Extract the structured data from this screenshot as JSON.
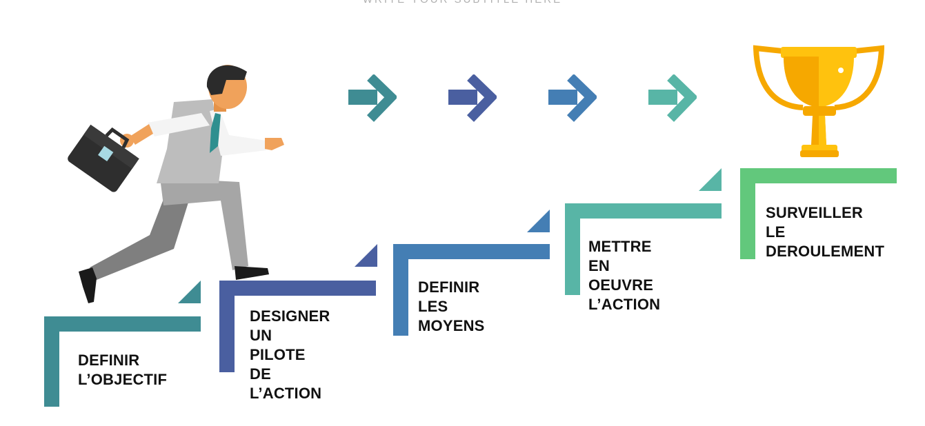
{
  "header": {
    "subtitle": "WRITE YOUR SUBTITLE HERE"
  },
  "steps": [
    {
      "label": "DEFINIR\nL’OBJECTIF",
      "color": "#3f8c93"
    },
    {
      "label": "DESIGNER\nUN PILOTE\nDE L’ACTION",
      "color": "#4a5fa0"
    },
    {
      "label": "DEFINIR\nLES MOYENS",
      "color": "#447eb4"
    },
    {
      "label": "METTRE EN\nOEUVRE L’ACTION",
      "color": "#58b5a6"
    },
    {
      "label": "SURVEILLER LE\nDEROULEMENT",
      "color": "#62c87c"
    }
  ],
  "arrows": [
    {
      "icon": "arrow-right-icon",
      "color": "#3f8c93"
    },
    {
      "icon": "arrow-right-icon",
      "color": "#4a5fa0"
    },
    {
      "icon": "arrow-right-icon",
      "color": "#447eb4"
    },
    {
      "icon": "arrow-right-icon",
      "color": "#58b5a6"
    }
  ],
  "illustrations": {
    "person": "businessman-climbing-icon",
    "trophy": "trophy-icon",
    "trophy_color": "#f6a800"
  }
}
